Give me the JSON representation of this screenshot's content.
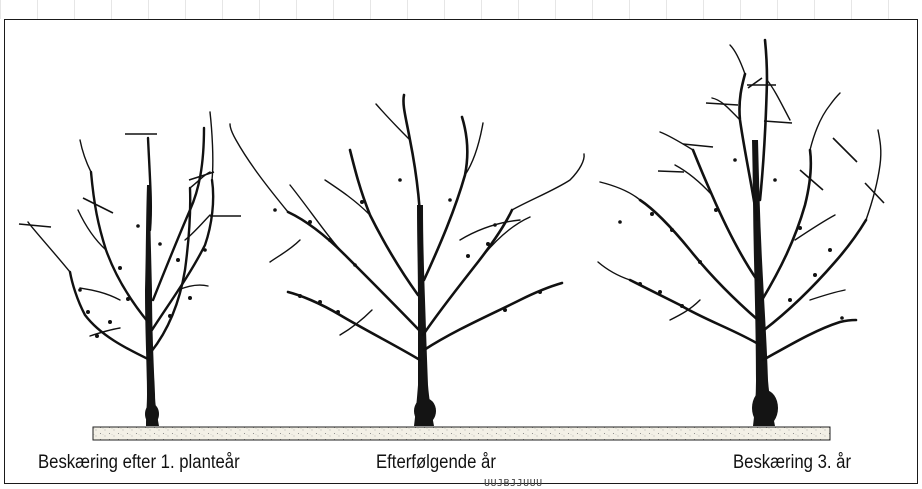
{
  "figure": {
    "captions": [
      "Beskæring efter 1. planteår",
      "Efterfølgende år",
      "Beskæring 3. år"
    ],
    "bottom_artifact": "UUJBJJUUU"
  },
  "trees": [
    {
      "stage": 1,
      "cuts_marked": 5
    },
    {
      "stage": 2,
      "cuts_marked": 0
    },
    {
      "stage": 3,
      "cuts_marked": 9
    }
  ],
  "colors": {
    "ink": "#111111",
    "ground": "#f3f0e6",
    "frame": "#1a1a1a"
  }
}
